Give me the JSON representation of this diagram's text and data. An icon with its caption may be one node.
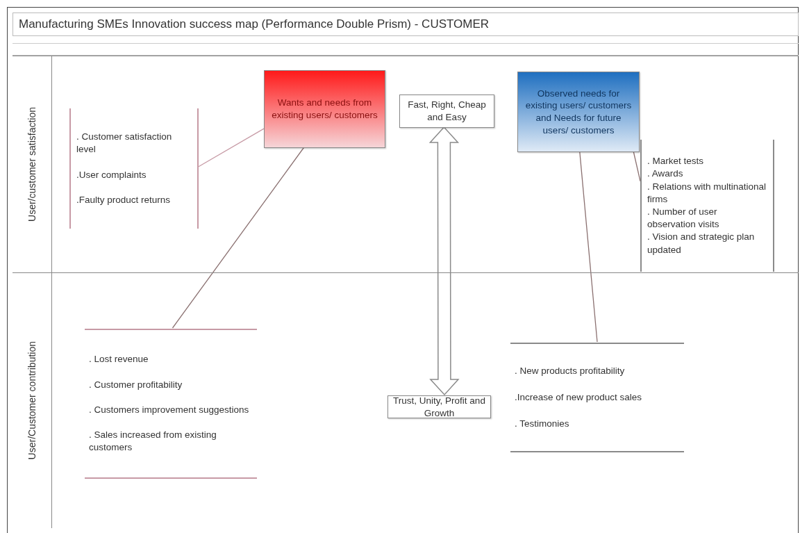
{
  "diagram": {
    "title": "Manufacturing SMEs Innovation success map (Performance Double Prism) - CUSTOMER",
    "nodes": [
      {
        "text": [
          "User/customer satisfaction"
        ]
      },
      {
        "text": [
          ". Customer satisfaction level",
          ".User complaints",
          ".Faulty product returns"
        ],
        "in": 0
      },
      {
        "text": [
          "Wants and needs from existing users/ customers"
        ],
        "in": 0
      },
      {
        "text": [
          "Fast, Right, Cheap and Easy"
        ],
        "in": 0
      },
      {
        "text": [
          "Observed needs for existing users/ customers and Needs for future users/ customers"
        ],
        "in": 0
      },
      {
        "text": [
          ". Market tests",
          ". Awards",
          ". Relations with multinational firms",
          ". Number of user observation visits",
          ". Vision and strategic plan updated"
        ],
        "in": 0
      },
      {
        "text": [
          "User/Customer contribution"
        ]
      },
      {
        "text": [
          ". Lost revenue",
          ". Customer profitability",
          ". Customers improvement suggestions",
          ". Sales increased from existing customers"
        ],
        "in": 6
      },
      {
        "text": [
          "Trust, Unity, Profit and Growth"
        ],
        "in": 6
      },
      {
        "text": [
          ". New products profitability",
          ".Increase of new product sales",
          ". Testimonies"
        ],
        "in": 6
      }
    ],
    "edges": [
      {
        "from": 1,
        "to": 2,
        "arrow": "none"
      },
      {
        "from": 2,
        "to": 7,
        "arrow": "none"
      },
      {
        "from": 3,
        "to": 8,
        "arrow": "both"
      },
      {
        "from": 4,
        "to": 9,
        "arrow": "none"
      },
      {
        "from": 4,
        "to": 5,
        "arrow": "none"
      }
    ]
  }
}
